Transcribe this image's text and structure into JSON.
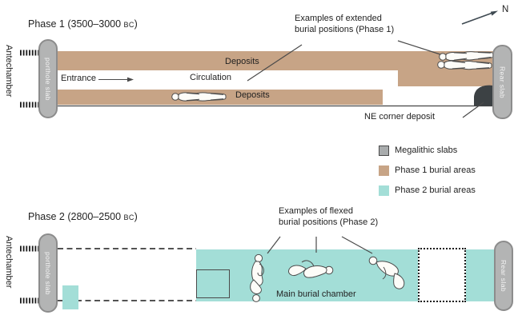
{
  "figure": {
    "north_label": "N",
    "phase1": {
      "title": {
        "prefix": "Phase 1 (3500–3000 ",
        "era": "BC",
        "suffix": ")"
      },
      "antechamber_label": "Antechamber",
      "porthole_slab_label": "porthole slab",
      "rear_slab_label": "Rear slab",
      "entrance_label": "Entrance",
      "circulation_label": "Circulation",
      "deposits_top_label": "Deposits",
      "deposits_bottom_label": "Deposits",
      "extended_caption_line1": "Examples of extended",
      "extended_caption_line2": "burial positions (Phase 1)",
      "ne_corner_label": "NE corner deposit"
    },
    "legend": {
      "items": [
        {
          "label": "Megalithic slabs",
          "color": "#a9acad"
        },
        {
          "label": "Phase 1 burial areas",
          "color": "#c7a486"
        },
        {
          "label": "Phase 2 burial areas",
          "color": "#a3ded7"
        }
      ]
    },
    "phase2": {
      "title": {
        "prefix": "Phase 2  (2800–2500 ",
        "era": "BC",
        "suffix": ")"
      },
      "antechamber_label": "Antechamber",
      "porthole_slab_label": "porthole slab",
      "rear_slab_label": "Rear slab",
      "flexed_caption_line1": "Examples of flexed",
      "flexed_caption_line2": "burial positions (Phase 2)",
      "main_chamber_label": "Main burial chamber"
    },
    "colors": {
      "phase1_burial": "#c7a486",
      "phase2_burial": "#a3ded7",
      "megalith_fill": "#b3b4b4",
      "megalith_border": "#8c8c8c",
      "ne_deposit": "#3c4144",
      "text": "#222222"
    }
  }
}
